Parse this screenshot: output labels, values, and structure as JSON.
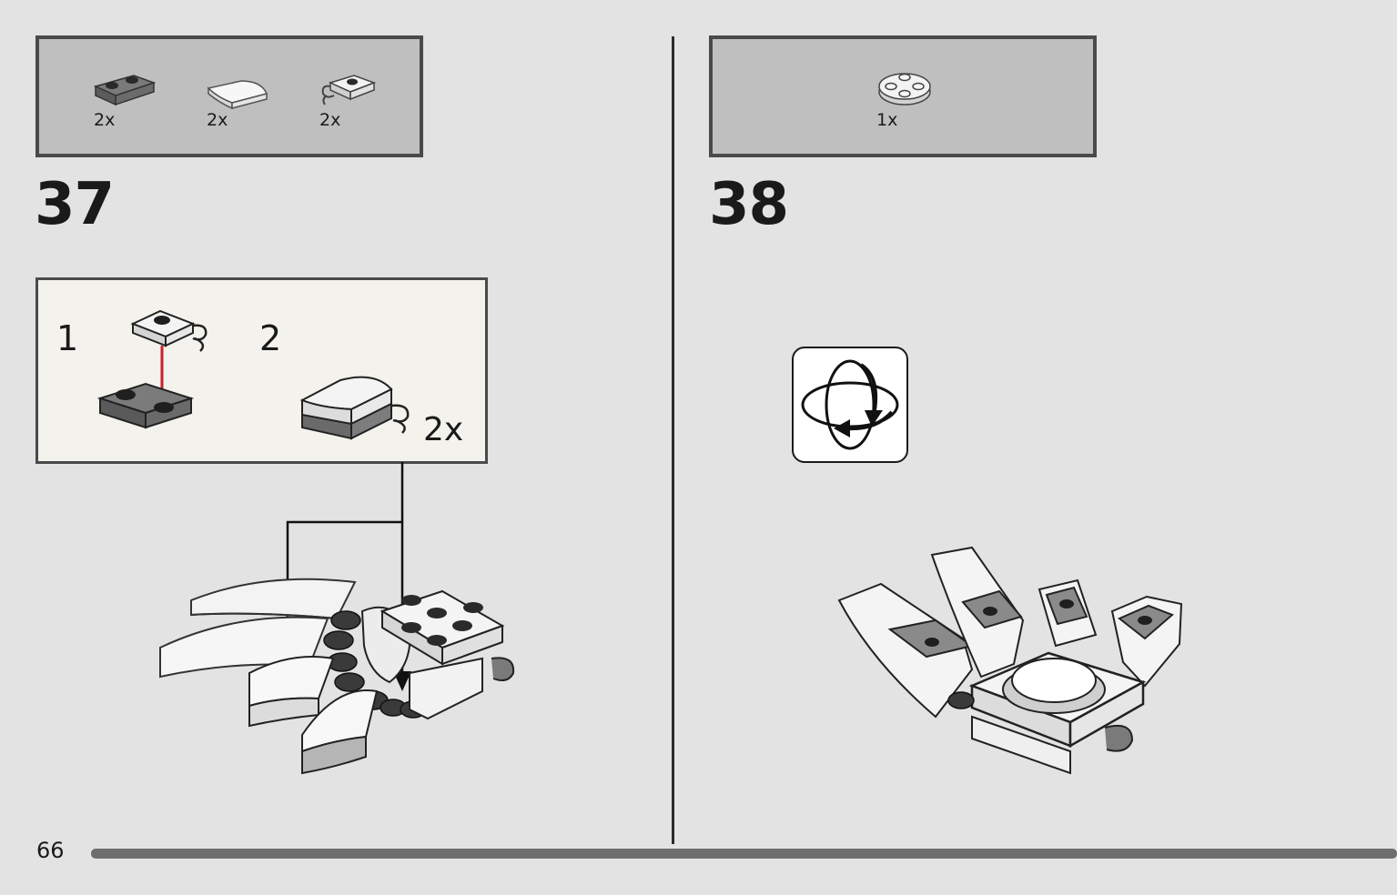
{
  "page": {
    "number": "66"
  },
  "steps": [
    {
      "number": "37",
      "parts": [
        {
          "icon": "dark-gray-plate-1x2-icon",
          "qty": "2x"
        },
        {
          "icon": "white-curved-slope-icon",
          "qty": "2x"
        },
        {
          "icon": "white-plate-clip-icon",
          "qty": "2x"
        }
      ],
      "sub_assembly": {
        "sub_steps": [
          "1",
          "2"
        ],
        "multiplier": "2x"
      }
    },
    {
      "number": "38",
      "parts": [
        {
          "icon": "white-round-plate-icon",
          "qty": "1x"
        }
      ],
      "rotate_icon": "rotate-model-icon"
    }
  ]
}
